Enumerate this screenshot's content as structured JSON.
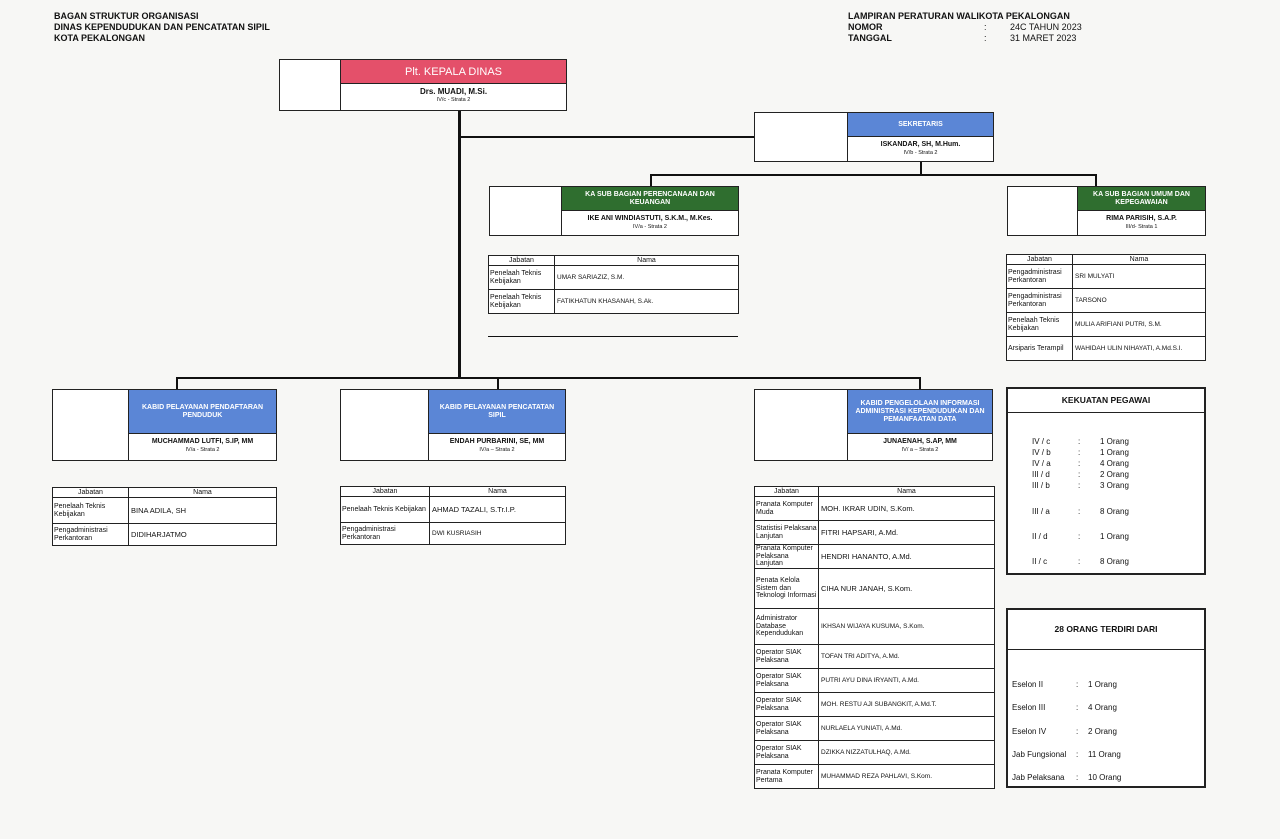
{
  "header_left": [
    "BAGAN STRUKTUR ORGANISASI",
    "DINAS KEPENDUDUKAN DAN PENCATATAN SIPIL",
    "KOTA PEKALONGAN"
  ],
  "header_right": {
    "title": "LAMPIRAN PERATURAN WALIKOTA PEKALONGAN",
    "rows": [
      {
        "label": "NOMOR",
        "colon": ":",
        "value": "24C TAHUN 2023"
      },
      {
        "label": "TANGGAL",
        "colon": ":",
        "value": "31 MARET 2023"
      }
    ]
  },
  "table_headers": {
    "jabatan": "Jabatan",
    "nama": "Nama"
  },
  "kepala": {
    "title": "Plt. KEPALA DINAS",
    "name": "Drs. MUADI, M.Si.",
    "grade": "IV/c - Strata 2",
    "color": "#e4506a"
  },
  "sekretaris": {
    "title": "SEKRETARIS",
    "name": "ISKANDAR, SH, M.Hum.",
    "grade": "IV/b - Strata 2",
    "color": "#5b86d6"
  },
  "perencanaan": {
    "title": "KA SUB BAGIAN PERENCANAAN DAN KEUANGAN",
    "name": "IKE ANI WINDIASTUTI, S.K.M., M.Kes.",
    "grade": "IV/a - Strata 2",
    "color": "#2f6e2f",
    "staff": [
      {
        "jabatan": "Penelaah Teknis Kebijakan",
        "nama": "UMAR SARIAZIZ, S.M."
      },
      {
        "jabatan": "Penelaah Teknis Kebijakan",
        "nama": "FATIKHATUN KHASANAH, S.Ak."
      }
    ]
  },
  "umum": {
    "title": "KA SUB BAGIAN UMUM DAN KEPEGAWAIAN",
    "name": "RIMA PARISIH, S.A.P.",
    "grade": "III/d- Strata 1",
    "color": "#2f6e2f",
    "staff": [
      {
        "jabatan": "Pengadministrasi Perkantoran",
        "nama": "SRI MULYATI"
      },
      {
        "jabatan": "Pengadministrasi Perkantoran",
        "nama": "TARSONO"
      },
      {
        "jabatan": "Penelaah Teknis Kebijakan",
        "nama": "MULIA ARIFIANI PUTRI, S.M."
      },
      {
        "jabatan": "Arsiparis Terampil",
        "nama": "WAHIDAH ULIN NIHAYATI, A.Md.S.I."
      }
    ]
  },
  "pendaftaran": {
    "title": "KABID PELAYANAN PENDAFTARAN PENDUDUK",
    "name": "MUCHAMMAD LUTFI, S.IP, MM",
    "grade": "IV/a - Strata 2",
    "color": "#5b86d6",
    "staff": [
      {
        "jabatan": "Penelaah Teknis Kebijakan",
        "nama": "BINA ADILA, SH"
      },
      {
        "jabatan": "Pengadministrasi Perkantoran",
        "nama": "DIDIHARJATMO"
      }
    ]
  },
  "pencatatan": {
    "title": "KABID PELAYANAN PENCATATAN SIPIL",
    "name": "ENDAH PURBARINI, SE, MM",
    "grade": "IV/a – Strata 2",
    "color": "#5b86d6",
    "staff": [
      {
        "jabatan": "Penelaah Teknis Kebijakan",
        "nama": "AHMAD TAZALI, S.Tr.I.P."
      },
      {
        "jabatan": "Pengadministrasi Perkantoran",
        "nama": "DWI KUSRIASIH"
      }
    ]
  },
  "informasi": {
    "title": "KABID PENGELOLAAN INFORMASI ADMINISTRASI KEPENDUDUKAN DAN PEMANFAATAN DATA",
    "name": "JUNAENAH, S.AP, MM",
    "grade": "IV/ a – Strata 2",
    "color": "#5b86d6",
    "staff": [
      {
        "jabatan": "Pranata Komputer Muda",
        "nama": "MOH. IKRAR UDIN, S.Kom."
      },
      {
        "jabatan": "Statistisi Pelaksana Lanjutan",
        "nama": "FITRI HAPSARI, A.Md."
      },
      {
        "jabatan": "Pranata Komputer Pelaksana Lanjutan",
        "nama": "HENDRI HANANTO, A.Md."
      },
      {
        "jabatan": "Penata Kelola Sistem dan Teknologi Informasi",
        "nama": "CIHA NUR JANAH, S.Kom."
      },
      {
        "jabatan": "Administrator Database Kependudukan",
        "nama": "IKHSAN WIJAYA KUSUMA, S.Kom."
      },
      {
        "jabatan": "Operator SIAK Pelaksana",
        "nama": "TOFAN TRI ADITYA, A.Md."
      },
      {
        "jabatan": "Operator SIAK Pelaksana",
        "nama": "PUTRI AYU DINA IRYANTI, A.Md."
      },
      {
        "jabatan": "Operator SIAK Pelaksana",
        "nama": "MOH. RESTU AJI SUBANGKIT, A.Md.T."
      },
      {
        "jabatan": "Operator SIAK Pelaksana",
        "nama": "NURLAELA YUNIATI, A.Md."
      },
      {
        "jabatan": "Operator SIAK Pelaksana",
        "nama": "DZIKKA NIZZATULHAQ, A.Md."
      },
      {
        "jabatan": "Pranata Komputer Pertama",
        "nama": "MUHAMMAD REZA PAHLAVI, S.Kom."
      }
    ]
  },
  "kekuatan": {
    "title": "KEKUATAN PEGAWAI",
    "rows": [
      {
        "grade": "IV / c",
        "colon": ":",
        "count": "1 Orang"
      },
      {
        "grade": "IV / b",
        "colon": ":",
        "count": "1 Orang"
      },
      {
        "grade": "IV / a",
        "colon": ":",
        "count": "4 Orang"
      },
      {
        "grade": "III / d",
        "colon": ":",
        "count": "2 Orang"
      },
      {
        "grade": "III / b",
        "colon": ":",
        "count": "3 Orang"
      },
      {
        "grade": "III / a",
        "colon": ":",
        "count": "8 Orang"
      },
      {
        "grade": "II / d",
        "colon": ":",
        "count": "1 Orang"
      },
      {
        "grade": "II / c",
        "colon": ":",
        "count": "8 Orang"
      }
    ]
  },
  "eselon": {
    "title": "28 ORANG TERDIRI DARI",
    "rows": [
      {
        "label": "Eselon II",
        "colon": ":",
        "count": "1 Orang"
      },
      {
        "label": "Eselon III",
        "colon": ":",
        "count": "4 Orang"
      },
      {
        "label": "Eselon IV",
        "colon": ":",
        "count": "2 Orang"
      },
      {
        "label": "Jab Fungsional",
        "colon": ":",
        "count": "11 Orang"
      },
      {
        "label": "Jab Pelaksana",
        "colon": ":",
        "count": "10 Orang"
      }
    ]
  }
}
